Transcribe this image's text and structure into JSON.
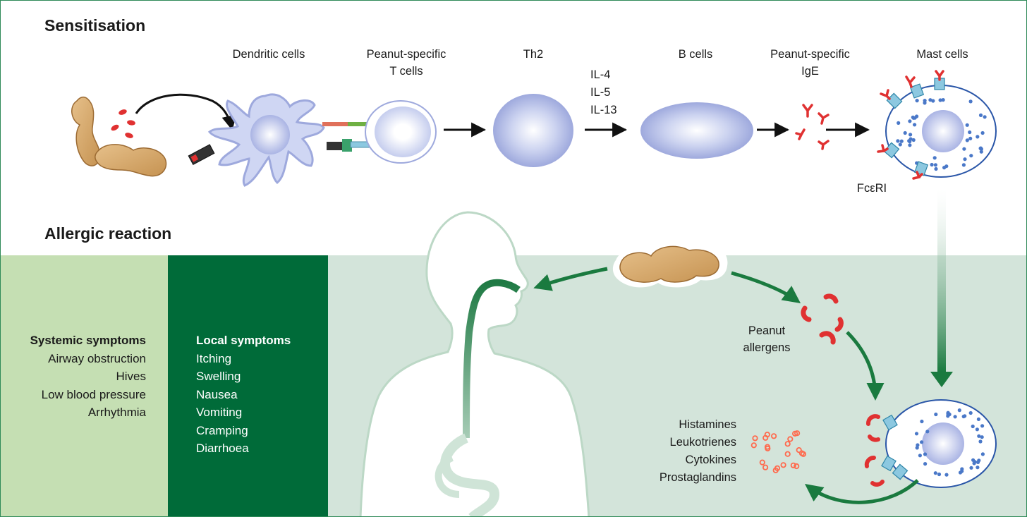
{
  "headings": {
    "sensitisation": "Sensitisation",
    "allergic_reaction": "Allergic reaction"
  },
  "sensitisation_labels": {
    "dendritic_cells": "Dendritic cells",
    "peanut_specific_t_cells": "Peanut-specific\nT cells",
    "th2": "Th2",
    "b_cells": "B cells",
    "peanut_specific_ige": "Peanut-specific\nIgE",
    "mast_cells": "Mast cells",
    "receptor": "FcεRI"
  },
  "cytokines": [
    "IL-4",
    "IL-5",
    "IL-13"
  ],
  "reaction_labels": {
    "peanut_allergens": "Peanut\nallergens"
  },
  "mediators": [
    "Histamines",
    "Leukotrienes",
    "Cytokines",
    "Prostaglandins"
  ],
  "systemic_symptoms": {
    "title": "Systemic symptoms",
    "items": [
      "Airway obstruction",
      "Hives",
      "Low blood pressure",
      "Arrhythmia"
    ]
  },
  "local_symptoms": {
    "title": "Local symptoms",
    "items": [
      "Itching",
      "Swelling",
      "Nausea",
      "Vomiting",
      "Cramping",
      "Diarrhoea"
    ]
  },
  "colors": {
    "panel_light": "#c5dfb3",
    "panel_dark": "#006b39",
    "panel_bg": "#d3e4da",
    "arrow_green": "#1a7a3f",
    "cell_blue": "#a9b3e4",
    "ige_red": "#e03131"
  }
}
